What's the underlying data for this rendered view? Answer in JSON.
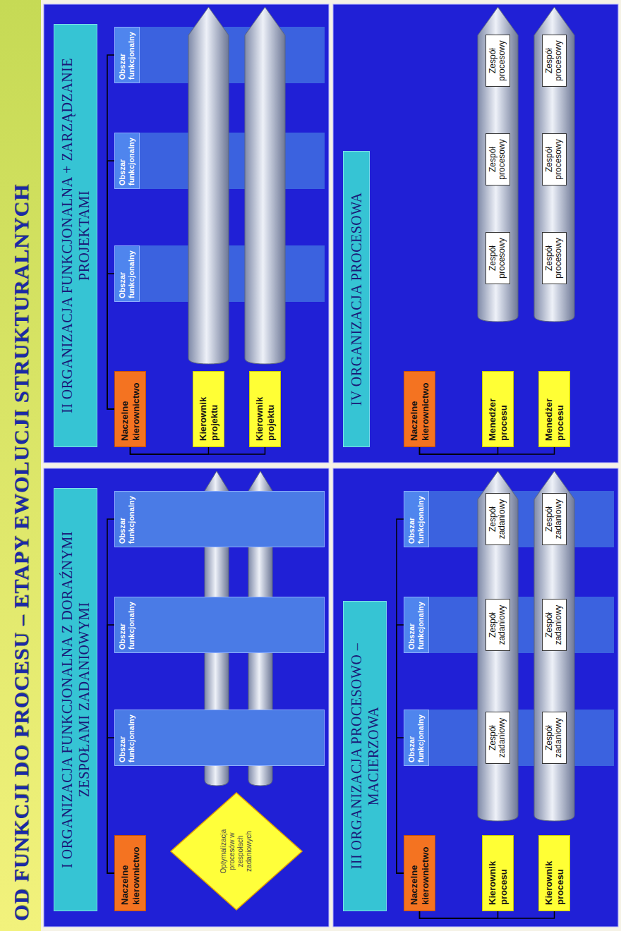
{
  "diagram": {
    "title": "OD FUNKCJI DO PROCESU – ETAPY EWOLUCJI STRUKTURALNYCH",
    "nodes": [
      {
        "text": [
          "I ORGANIZACJA FUNKCJONALNA Z DORAŹNYMI ZESPOŁAMI ZADANIOWYMI"
        ]
      },
      {
        "text": [
          "Naczelne kierownictwo"
        ],
        "in": 0
      },
      {
        "text": [
          "Obszar funkcjonalny"
        ],
        "in": 0
      },
      {
        "text": [
          "Obszar funkcjonalny"
        ],
        "in": 0
      },
      {
        "text": [
          "Obszar funkcjonalny"
        ],
        "in": 0
      },
      {
        "text": [
          "Optymalizacja procesów w zespołach zadaniowych"
        ],
        "in": 0
      },
      {
        "text": [
          "II ORGANIZACJA FUNKCJONALNA + ZARZĄDZANIE PROJEKTAMI"
        ]
      },
      {
        "text": [
          "Naczelne kierownictwo"
        ],
        "in": 6
      },
      {
        "text": [
          "Obszar funkcjonalny"
        ],
        "in": 6
      },
      {
        "text": [
          "Obszar funkcjonalny"
        ],
        "in": 6
      },
      {
        "text": [
          "Obszar funkcjonalny"
        ],
        "in": 6
      },
      {
        "text": [
          "Kierownik projektu"
        ],
        "in": 6
      },
      {
        "text": [
          "Kierownik projektu"
        ],
        "in": 6
      },
      {
        "text": [
          "III ORGANIZACJA PROCESOWO – MACIERZOWA"
        ]
      },
      {
        "text": [
          "Naczelne kierownictwo"
        ],
        "in": 13
      },
      {
        "text": [
          "Obszar funkcjonalny"
        ],
        "in": 13
      },
      {
        "text": [
          "Obszar funkcjonalny"
        ],
        "in": 13
      },
      {
        "text": [
          "Obszar funkcjonalny"
        ],
        "in": 13
      },
      {
        "text": [
          "Kierownik procesu"
        ],
        "in": 13
      },
      {
        "text": [
          "Kierownik procesu"
        ],
        "in": 13
      },
      {
        "text": [
          "Zespół zadaniowy"
        ],
        "in": 13
      },
      {
        "text": [
          "Zespół zadaniowy"
        ],
        "in": 13
      },
      {
        "text": [
          "Zespół zadaniowy"
        ],
        "in": 13
      },
      {
        "text": [
          "Zespół zadaniowy"
        ],
        "in": 13
      },
      {
        "text": [
          "Zespół zadaniowy"
        ],
        "in": 13
      },
      {
        "text": [
          "Zespół zadaniowy"
        ],
        "in": 13
      },
      {
        "text": [
          "IV ORGANIZACJA PROCESOWA"
        ]
      },
      {
        "text": [
          "Naczelne kierownictwo"
        ],
        "in": 26
      },
      {
        "text": [
          "Menedżer procesu"
        ],
        "in": 26
      },
      {
        "text": [
          "Menedżer procesu"
        ],
        "in": 26
      },
      {
        "text": [
          "Zespół procesowy"
        ],
        "in": 26
      },
      {
        "text": [
          "Zespół procesowy"
        ],
        "in": 26
      },
      {
        "text": [
          "Zespół procesowy"
        ],
        "in": 26
      },
      {
        "text": [
          "Zespół procesowy"
        ],
        "in": 26
      },
      {
        "text": [
          "Zespół procesowy"
        ],
        "in": 26
      },
      {
        "text": [
          "Zespół procesowy"
        ],
        "in": 26
      }
    ],
    "edges": [
      {
        "from": 1,
        "to": 2,
        "arrow": "none"
      },
      {
        "from": 1,
        "to": 3,
        "arrow": "none"
      },
      {
        "from": 1,
        "to": 4,
        "arrow": "none"
      },
      {
        "from": 7,
        "to": 8,
        "arrow": "none"
      },
      {
        "from": 7,
        "to": 9,
        "arrow": "none"
      },
      {
        "from": 7,
        "to": 10,
        "arrow": "none"
      },
      {
        "from": 7,
        "to": 11,
        "arrow": "none"
      },
      {
        "from": 7,
        "to": 12,
        "arrow": "none"
      },
      {
        "from": 14,
        "to": 15,
        "arrow": "none"
      },
      {
        "from": 14,
        "to": 16,
        "arrow": "none"
      },
      {
        "from": 14,
        "to": 17,
        "arrow": "none"
      },
      {
        "from": 14,
        "to": 18,
        "arrow": "none"
      },
      {
        "from": 14,
        "to": 19,
        "arrow": "none"
      },
      {
        "from": 27,
        "to": 28,
        "arrow": "none"
      },
      {
        "from": 27,
        "to": 29,
        "arrow": "none"
      }
    ]
  }
}
